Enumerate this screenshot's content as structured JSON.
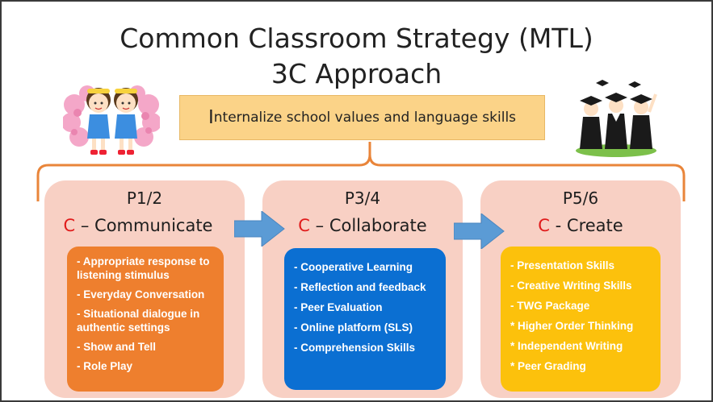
{
  "title": {
    "line1": "Common Classroom Strategy (MTL)",
    "line2": "3C Approach"
  },
  "goal": {
    "initial": "I",
    "rest": "nternalize school values and language skills"
  },
  "colors": {
    "accent_c": "#e01b1b",
    "panel_bg": "#f8d0c4",
    "goal_bg": "#fbd388",
    "bracket": "#e9853a",
    "arrow": "#5b9bd5",
    "box1": "#ee7f2e",
    "box2": "#0b6fd2",
    "box3": "#fcc10c"
  },
  "stages": [
    {
      "grade": "P1/2",
      "c": "C",
      "heading": "– Communicate",
      "items": [
        "- Appropriate response to listening stimulus",
        "- Everyday Conversation",
        "- Situational dialogue in authentic settings",
        "- Show and Tell",
        "- Role Play"
      ]
    },
    {
      "grade": "P3/4",
      "c": "C",
      "heading": "– Collaborate",
      "items": [
        "- Cooperative Learning",
        "- Reflection and feedback",
        "- Peer Evaluation",
        "- Online platform (SLS)",
        "- Comprehension Skills"
      ]
    },
    {
      "grade": "P5/6",
      "c": "C",
      "heading": "- Create",
      "items": [
        "- Presentation Skills",
        "- Creative Writing Skills",
        "- TWG Package",
        "* Higher Order Thinking",
        "* Independent Writing",
        "* Peer Grading"
      ]
    }
  ],
  "icons": {
    "left_clipart": "children-with-blossoms-icon",
    "right_clipart": "graduates-icon",
    "arrows": "right-arrow-icon"
  }
}
